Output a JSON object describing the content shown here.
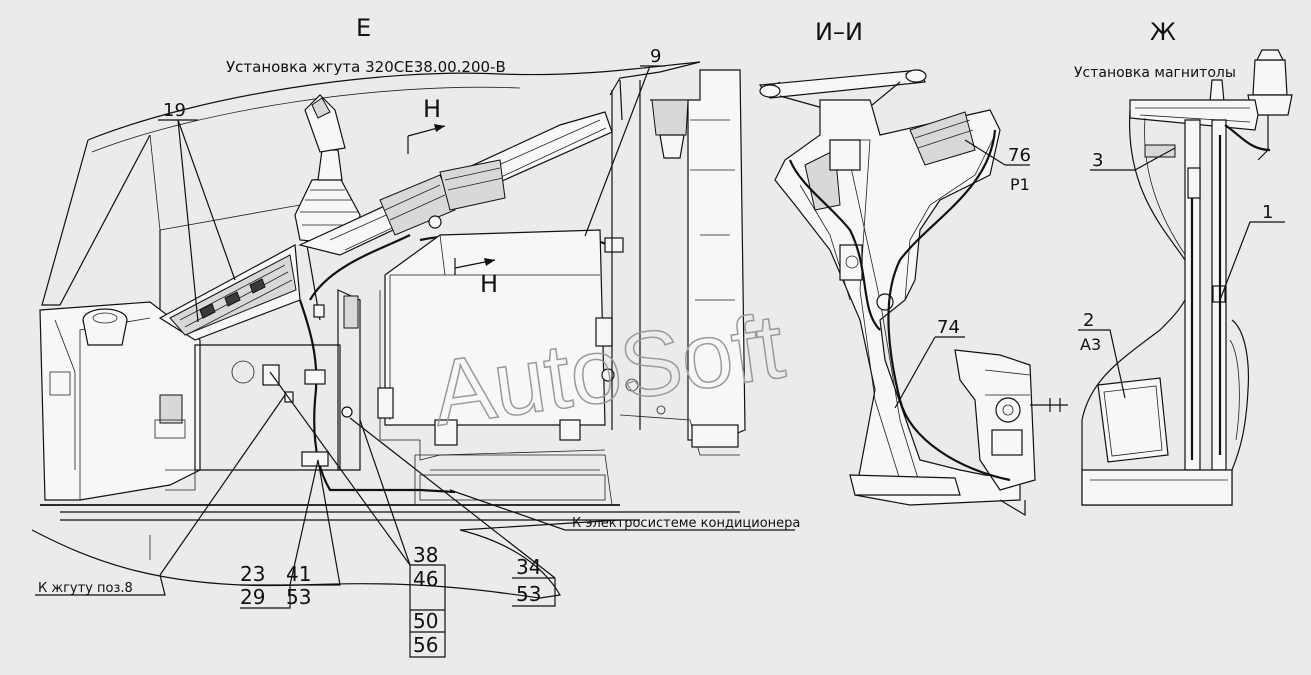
{
  "views": {
    "e": {
      "title": "Е",
      "subtitle": "Установка жгута 320CE38.00.200-В"
    },
    "ii": {
      "title": "И–И"
    },
    "zh": {
      "title": "Ж",
      "subtitle": "Установка магнитолы"
    }
  },
  "section_marks": {
    "upper": "Н",
    "lower": "Н"
  },
  "positions": {
    "p19": "19",
    "p9": "9",
    "p76": "76",
    "p_p1": "Р1",
    "p74": "74",
    "p3": "3",
    "p1": "1",
    "p2": "2",
    "p_a3": "А3",
    "p23": "23",
    "p29": "29",
    "p41": "41",
    "p53a": "53",
    "p38": "38",
    "p46": "46",
    "p50": "50",
    "p56": "56",
    "p34": "34",
    "p53b": "53"
  },
  "notes": {
    "conditioner": "К электросистеме кондиционера",
    "harness8": "К жгуту поз.8"
  },
  "watermark": "AutoSoft"
}
